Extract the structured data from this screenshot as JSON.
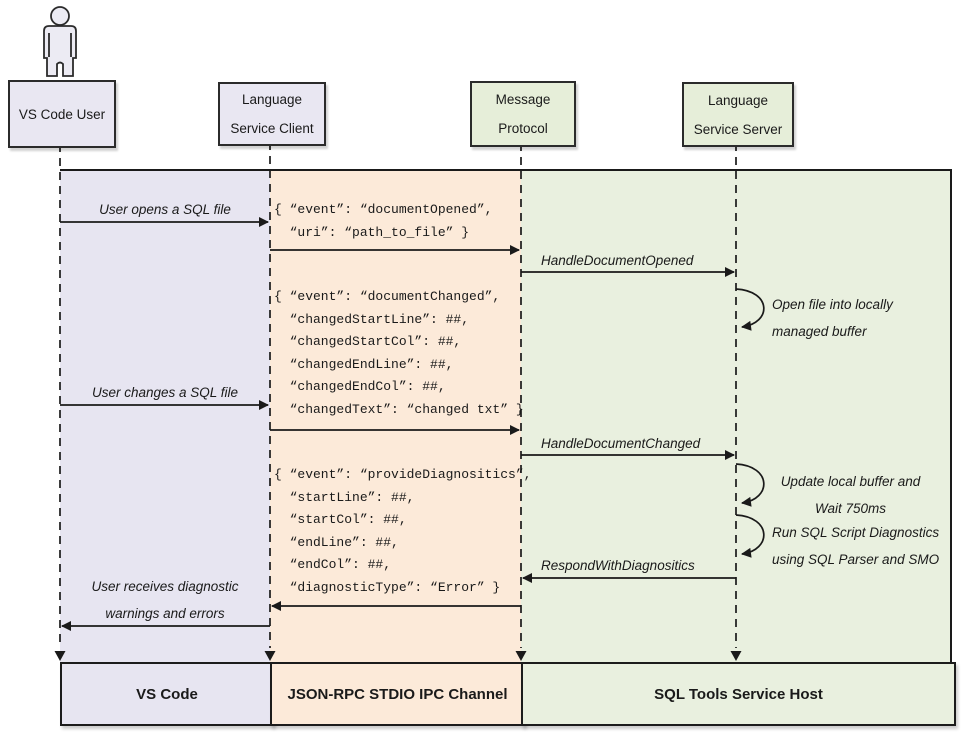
{
  "colors": {
    "lane_user": "#e7e5f1",
    "lane_channel": "#fcead9",
    "lane_host": "#e9f0df",
    "line": "#1a1a1a"
  },
  "actors": {
    "user": {
      "icon": "person-icon",
      "lines": [
        "VS Code User"
      ]
    },
    "client": {
      "lines": [
        "Language",
        "Service Client"
      ]
    },
    "protocol": {
      "lines": [
        "Message",
        "Protocol"
      ]
    },
    "server": {
      "lines": [
        "Language",
        "Service Server"
      ]
    }
  },
  "messages": {
    "user_opens": "User opens a SQL file",
    "document_opened_json": [
      "{ “event”: “documentOpened”,",
      "  “uri”: “path_to_file” }"
    ],
    "handle_document_opened": "HandleDocumentOpened",
    "note_open_file": [
      "Open file into locally",
      "managed buffer"
    ],
    "document_changed_json": [
      "{ “event”: “documentChanged”,",
      "  “changedStartLine”: ##,",
      "  “changedStartCol”: ##,",
      "  “changedEndLine”: ##,",
      "  “changedEndCol”: ##,",
      "  “changedText”: “changed txt” }"
    ],
    "user_changes": "User changes a SQL file",
    "handle_document_changed": "HandleDocumentChanged",
    "note_update_buffer": [
      "Update local buffer and",
      "Wait 750ms"
    ],
    "note_run_diagnostics": [
      "Run SQL Script Diagnostics",
      "using SQL Parser and SMO"
    ],
    "provide_diagnostics_json": [
      "{ “event”: “provideDiagnositics”,",
      "  “startLine”: ##,",
      "  “startCol”: ##,",
      "  “endLine”: ##,",
      "  “endCol”: ##,",
      "  “diagnosticType”: “Error” }"
    ],
    "respond_with_diagnositics": "RespondWithDiagnositics",
    "user_receives": [
      "User receives diagnostic",
      "warnings and errors"
    ]
  },
  "footer": {
    "vscode": "VS Code",
    "channel": "JSON-RPC STDIO IPC Channel",
    "host": "SQL Tools Service Host"
  }
}
